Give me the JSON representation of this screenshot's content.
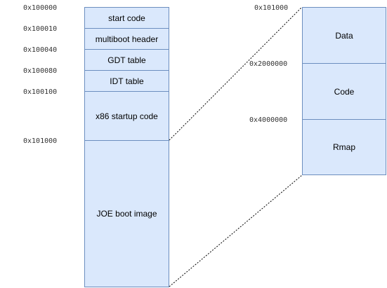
{
  "left_column": {
    "blocks": [
      {
        "label": "start code",
        "address": "0x100000"
      },
      {
        "label": "multiboot header",
        "address": "0x100010"
      },
      {
        "label": "GDT table",
        "address": "0x100040"
      },
      {
        "label": "IDT table",
        "address": "0x100080"
      },
      {
        "label": "x86 startup code",
        "address": "0x100100"
      },
      {
        "label": "JOE boot image",
        "address": "0x101000"
      }
    ]
  },
  "right_column": {
    "blocks": [
      {
        "label": "Data",
        "address": "0x101000"
      },
      {
        "label": "Code",
        "address": "0x2000000"
      },
      {
        "label": "Rmap",
        "address": "0x4000000"
      }
    ]
  },
  "colors": {
    "block_fill": "#dae8fc",
    "block_stroke": "#6c8ebf",
    "connector": "#000000"
  }
}
